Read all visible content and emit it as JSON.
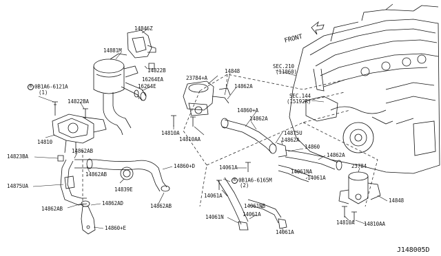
{
  "labels": {
    "p14846Z": "14846Z",
    "p14881M": "14881M",
    "p14822B": "14822B",
    "p16264EA": "16264EA",
    "p16264E": "16264E",
    "p0B1A6_6121A": "0B1A6-6121A",
    "qty1": "(1)",
    "p14822BA": "14822BA",
    "p23784A": "23784+A",
    "p14848_top": "14848",
    "p14862A_1": "14862A",
    "p14860A": "14860+A",
    "p14862A_2": "14862A",
    "p14810": "14810",
    "p14862AB_1": "14862AB",
    "p14823BA": "14823BA",
    "p14862AB_2": "14862AB",
    "p14875UA": "14875UA",
    "p14839E": "14839E",
    "p14860D": "14860+D",
    "p14862AB_3": "14862AB",
    "p14862AD": "14862AD",
    "p14862AB_4": "14862AB",
    "p14860E": "14860+E",
    "p14810A_top": "14810A",
    "p14810AA_top": "14810AA",
    "sec210": "SEC.210",
    "sec210sub": "(11060)",
    "sec144": "SEC.144",
    "sec144sub": "(15192R)",
    "p14875U": "14875U",
    "p14862A_3": "14862A",
    "p14860": "14860",
    "p14862A_4": "14862A",
    "p14061A_1": "14061A",
    "p14061NA": "14061NA",
    "p14061A_2": "14061A",
    "p0B1A6_6165M": "0B1A6-6165M",
    "qty2": "(2)",
    "p14061A_3": "14061A",
    "p14061NB": "14061NB",
    "p14061N": "14061N",
    "p14061A_4": "14061A",
    "p14061A_5": "14061A",
    "p23784": "23784",
    "p14848_bot": "14848",
    "p14810A_bot": "14810A",
    "p14810AA_bot": "14810AA",
    "front": "FRONT",
    "bolt_letter": "B",
    "drawing_code": "J148005D"
  }
}
